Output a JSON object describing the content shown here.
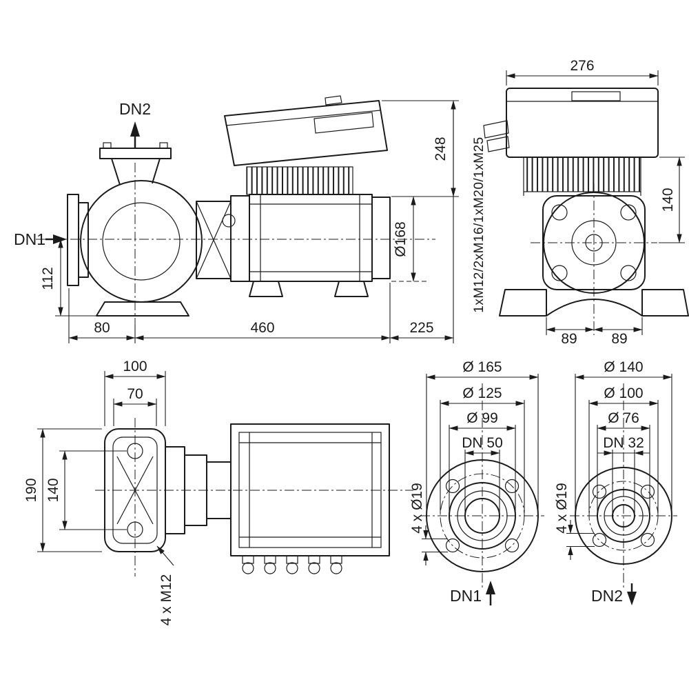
{
  "side_view": {
    "dn2": "DN2",
    "dn1": "DN1",
    "dim_112": "112",
    "dim_80": "80",
    "dim_460": "460",
    "dim_225": "225",
    "dim_248": "248",
    "dim_d168": "Ø168"
  },
  "front_view": {
    "dim_276": "276",
    "dim_140": "140",
    "dim_89_left": "89",
    "dim_89_right": "89",
    "glands": "1xM12/2xM16/1xM20/1xM25"
  },
  "top_view": {
    "dim_100": "100",
    "dim_70": "70",
    "dim_190": "190",
    "dim_140": "140",
    "bolts": "4 x M12"
  },
  "flange_dn1": {
    "d_outer": "Ø 165",
    "d_bolt_circle": "Ø 125",
    "d_face": "Ø 99",
    "nominal": "DN 50",
    "holes": "4 x Ø19",
    "port": "DN1"
  },
  "flange_dn2": {
    "d_outer": "Ø 140",
    "d_bolt_circle": "Ø 100",
    "d_face": "Ø 76",
    "nominal": "DN 32",
    "holes": "4 x Ø19",
    "port": "DN2"
  },
  "colors": {
    "line": "#1b1b1b",
    "background": "#ffffff"
  }
}
